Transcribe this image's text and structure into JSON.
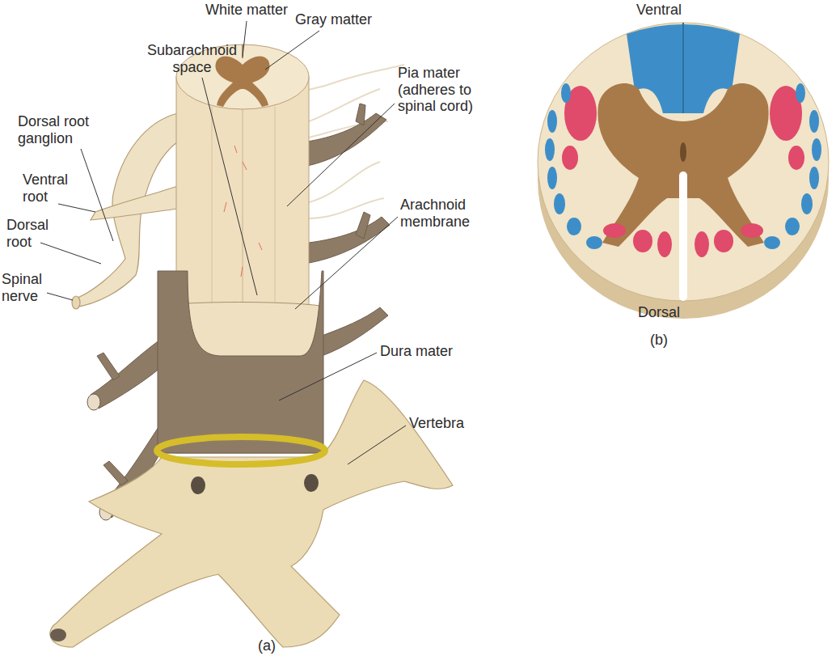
{
  "diagram": {
    "labels": [
      "White matter",
      "Gray matter",
      "Subarachnoid space",
      "Pia mater (adheres to spinal cord)",
      "Dorsal root ganglion",
      "Ventral root",
      "Dorsal root",
      "Spinal nerve",
      "Arachnoid membrane",
      "Dura mater",
      "Vertebra",
      "(a)",
      "Ventral",
      "Dorsal",
      "(b)"
    ]
  }
}
